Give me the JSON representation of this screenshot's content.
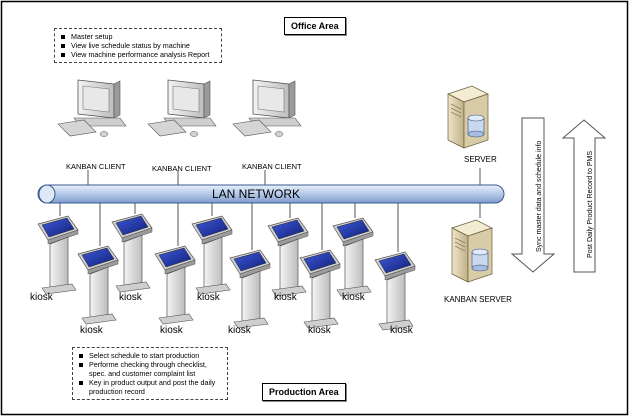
{
  "areas": {
    "office": "Office Area",
    "production": "Production Area"
  },
  "office_notes": [
    "Master setup",
    "View live schedule status by machine",
    "View machine performance analysis Report"
  ],
  "production_notes": [
    "Select schedule to start production",
    "Performe checking through checklist, spec. and customer complaint list",
    "Key in product output and post the daily production record"
  ],
  "clients": [
    "KANBAN CLIENT",
    "KANBAN CLIENT",
    "KANBAN CLIENT"
  ],
  "network_label": "LAN NETWORK",
  "server_label": "SERVER",
  "kanban_server_label": "KANBAN SERVER",
  "kiosk_label": "kiosk",
  "arrows": {
    "down": "Sync master data and schedule info",
    "up": "Post Daily Product Record to PMS"
  },
  "colors": {
    "network_fill": "#c8d8f0",
    "network_stroke": "#3a5a90",
    "screen": "#2a3fb0",
    "device_body": "#d9d9d9"
  }
}
